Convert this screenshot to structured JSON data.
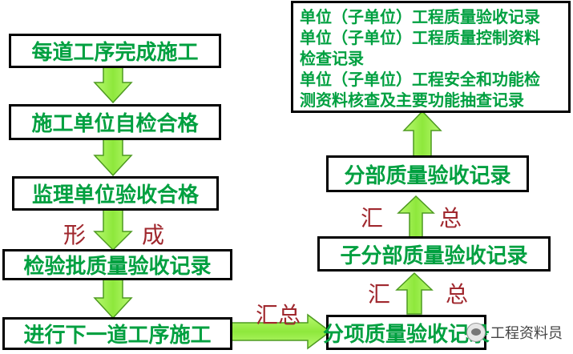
{
  "left_flow": {
    "step1": "每道工序完成施工",
    "step2": "施工单位自检合格",
    "step3": "监理单位验收合格",
    "step4": "检验批质量验收记录",
    "step5": "进行下一道工序施工"
  },
  "right_flow": {
    "sub_item": "分项质量验收记录",
    "sub_division": "子分部质量验收记录",
    "division": "分部质量验收记录",
    "unit_records": [
      "单位（子单位）工程质量验收记录",
      "单位（子单位）工程质量控制资料",
      "检查记录",
      "单位（子单位）工程安全和功能检",
      "测资料核查及主要功能抽查记录"
    ]
  },
  "labels": {
    "form_left": "形",
    "form_right": "成",
    "summary_bottom": "汇总",
    "summary_1_left": "汇",
    "summary_1_right": "总",
    "summary_2_left": "汇",
    "summary_2_right": "总"
  },
  "watermark": {
    "icon": "wechat-icon",
    "text": "工程资料员"
  },
  "colors": {
    "box_text": "#00a040",
    "label_text": "#a0282e",
    "arrow_fill": "#9cf04a",
    "arrow_stroke": "#4d9a20"
  }
}
